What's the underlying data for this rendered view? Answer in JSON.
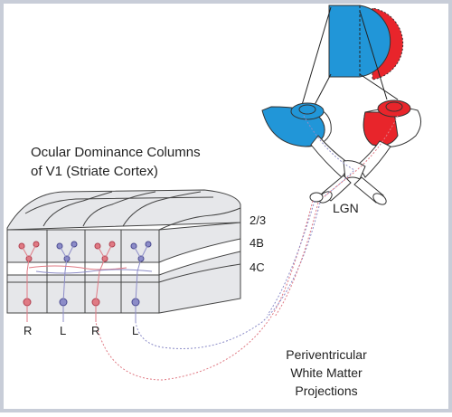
{
  "title": {
    "line1": "Ocular Dominance Columns",
    "line2": "of V1 (Striate Cortex)"
  },
  "layers": [
    "2/3",
    "4B",
    "4C"
  ],
  "lgn_label": "LGN",
  "eye_labels": [
    "R",
    "L",
    "R",
    "L"
  ],
  "projection_label": {
    "line1": "Periventricular",
    "line2": "White Matter",
    "line3": "Projections"
  },
  "colors": {
    "left_eye": "#2196d8",
    "right_eye": "#e8252b",
    "left_neuron": "#8c8cc8",
    "right_neuron": "#e07a84",
    "border": "#c8cdd8",
    "block": "#e6e7ea"
  }
}
